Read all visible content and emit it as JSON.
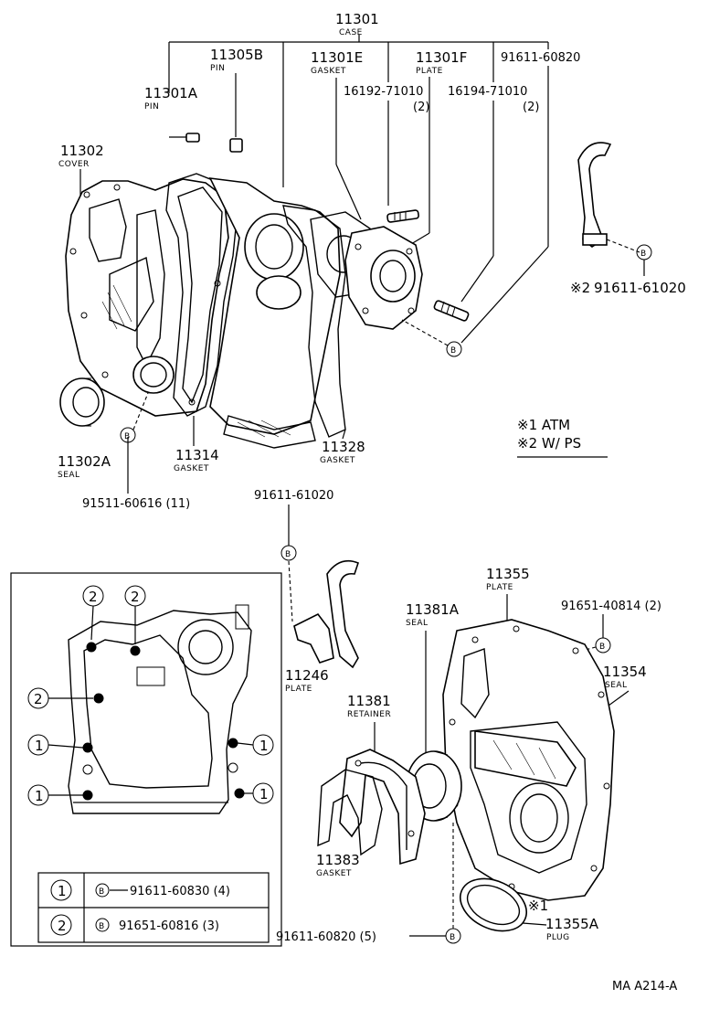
{
  "labels": {
    "case_pn": "11301",
    "case_name": "CASE",
    "pin_b_pn": "11305B",
    "pin_b_name": "PIN",
    "pin_a_pn": "11301A",
    "pin_a_name": "PIN",
    "gasket_e_pn": "11301E",
    "gasket_e_name": "GASKET",
    "plate_f_pn": "11301F",
    "plate_f_name": "PLATE",
    "bolt_top_pn": "91611-60820",
    "stud1_pn": "16192-71010",
    "stud1_qty": "(2)",
    "stud2_pn": "16194-71010",
    "stud2_qty": "(2)",
    "cover_pn": "11302",
    "cover_name": "COVER",
    "seal_pn": "11302A",
    "seal_name": "SEAL",
    "gasket314_pn": "11314",
    "gasket314_name": "GASKET",
    "gasket328_pn": "11328",
    "gasket328_name": "GASKET",
    "bolt_cover_pn": "91511-60616 (11)",
    "bolt_ps_pn": "91611-61020",
    "bracket_ps_prefix": "※2",
    "bracket_ps_pn": "91611-61020",
    "note_atm": "※1 ATM",
    "note_ps": "※2 W/ PS",
    "plate246_pn": "11246",
    "plate246_name": "PLATE",
    "seal381a_pn": "11381A",
    "seal381a_name": "SEAL",
    "retainer_pn": "11381",
    "retainer_name": "RETAINER",
    "gasket383_pn": "11383",
    "gasket383_name": "GASKET",
    "plate355_pn": "11355",
    "plate355_name": "PLATE",
    "bolt355_pn": "91651-40814 (2)",
    "seal354_pn": "11354",
    "seal354_name": "SEAL",
    "bolt_bottom_pn": "91611-60820 (5)",
    "plug_prefix": "※1",
    "plug_pn": "11355A",
    "plug_name": "PLUG",
    "bolt_marker": "B",
    "code": "MA A214-A"
  },
  "inset": {
    "markers": [
      "1",
      "2"
    ],
    "table": [
      {
        "key": "1",
        "marker": "B",
        "pn": "91611-60830 (4)"
      },
      {
        "key": "2",
        "marker": "B",
        "pn": "91651-60816 (3)"
      }
    ]
  }
}
